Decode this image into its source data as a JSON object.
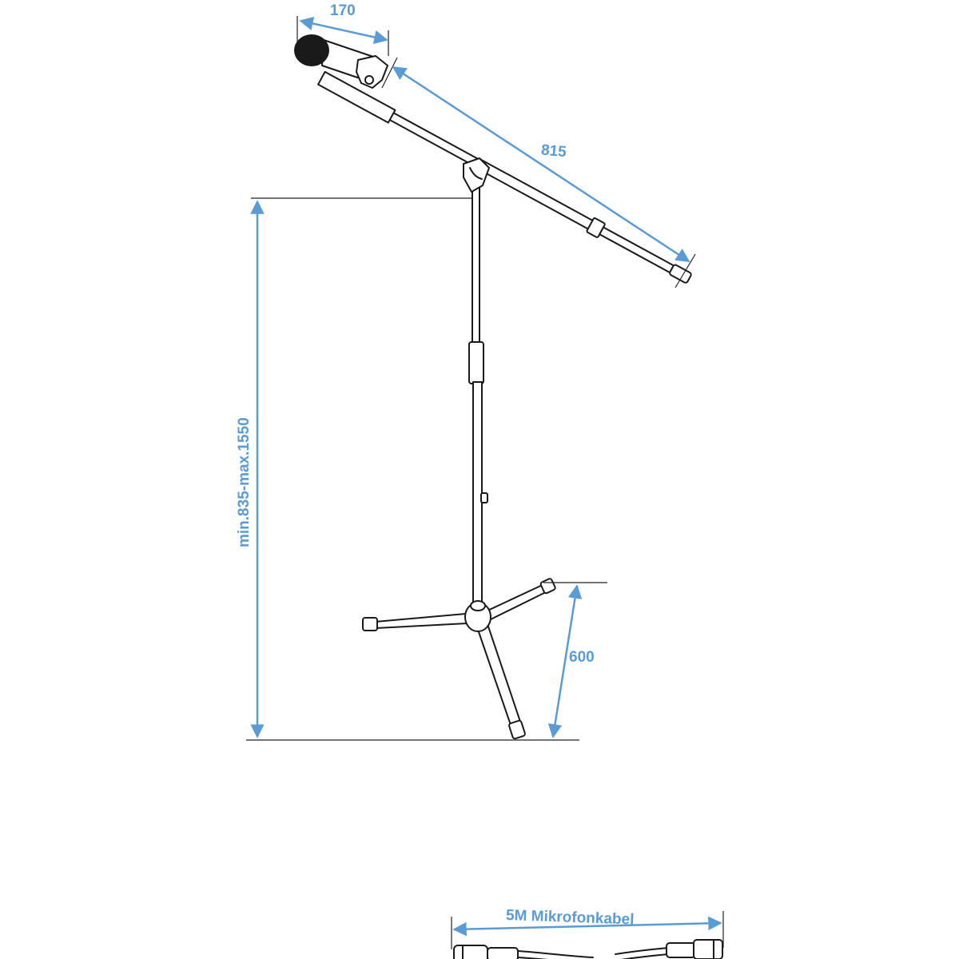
{
  "dimensions": {
    "mic_length": "170",
    "boom_length": "815",
    "stand_height": "min.835-max.1550",
    "tripod_height": "600",
    "cable": "5M Mikrofonkabel"
  },
  "colors": {
    "dimension": "#5b9bd5",
    "ink": "#1a1a1a"
  }
}
